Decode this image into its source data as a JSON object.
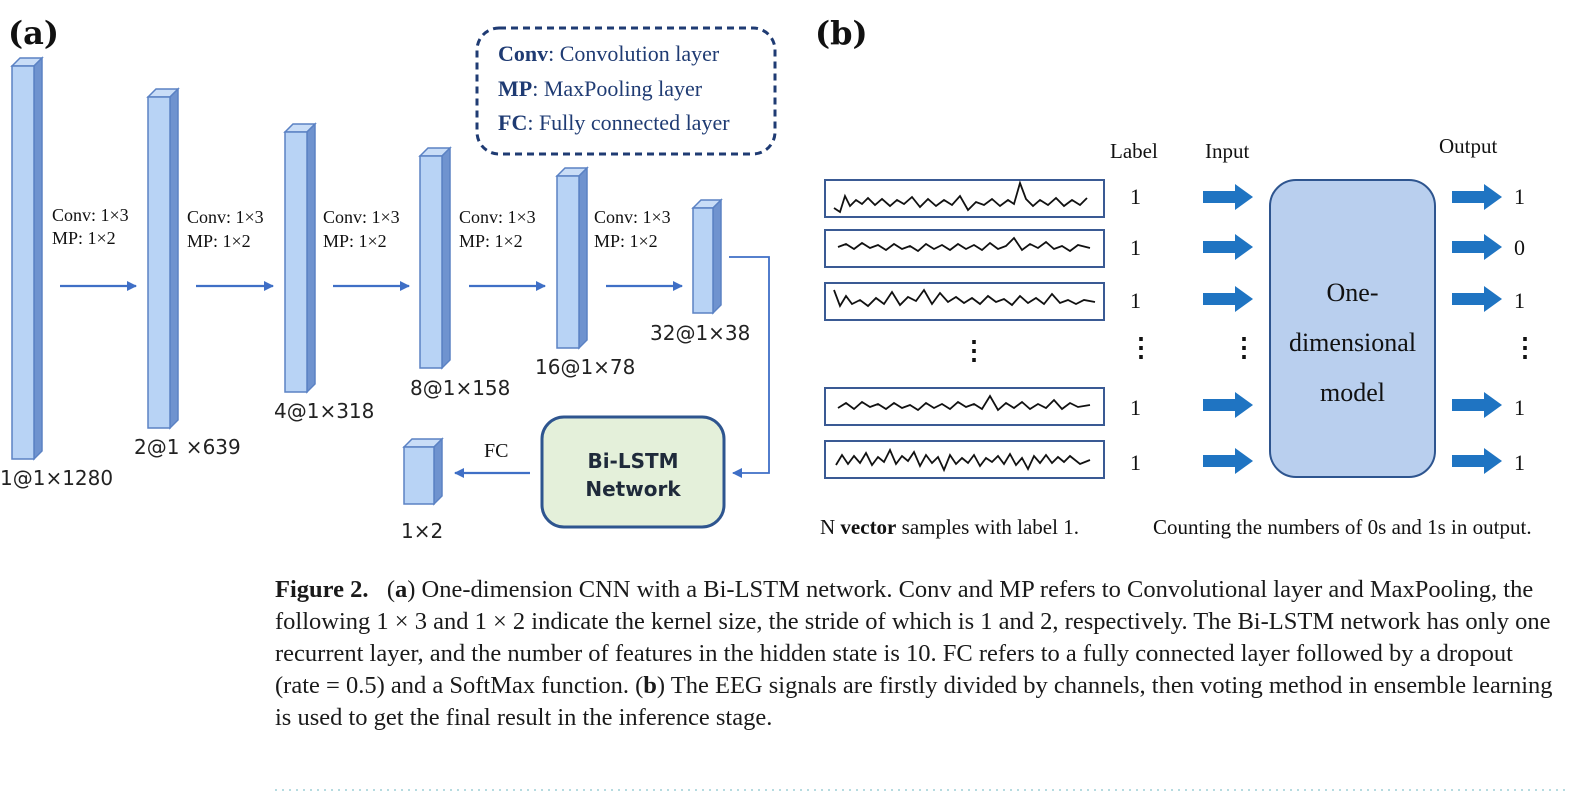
{
  "panel_a": {
    "label": "(a)",
    "legend": [
      {
        "abbr": "Conv",
        "text": ": Convolution layer"
      },
      {
        "abbr": "MP",
        "text": ": MaxPooling  layer"
      },
      {
        "abbr": "FC",
        "text": ": Fully connected layer"
      }
    ],
    "blocks": [
      {
        "dim": "1@1×1280"
      },
      {
        "dim": "2@1  ×639"
      },
      {
        "dim": "4@1×318"
      },
      {
        "dim": "8@1×158"
      },
      {
        "dim": "16@1×78"
      },
      {
        "dim": "32@1×38"
      }
    ],
    "ops": [
      {
        "conv": "Conv: 1×3",
        "mp": "MP: 1×2"
      },
      {
        "conv": "Conv: 1×3",
        "mp": "MP: 1×2"
      },
      {
        "conv": "Conv: 1×3",
        "mp": "MP: 1×2"
      },
      {
        "conv": "Conv: 1×3",
        "mp": "MP: 1×2"
      },
      {
        "conv": "Conv: 1×3",
        "mp": "MP: 1×2"
      }
    ],
    "bilstm": {
      "line1": "Bi-LSTM",
      "line2": "Network"
    },
    "fc_label": "FC",
    "output_dim": "1×2"
  },
  "panel_b": {
    "label": "(b)",
    "headers": {
      "label": "Label",
      "input": "Input",
      "output": "Output"
    },
    "labels": [
      "1",
      "1",
      "1",
      "⋮",
      "1",
      "1"
    ],
    "outputs": [
      "1",
      "0",
      "1",
      "⋮",
      "1",
      "1"
    ],
    "model": {
      "line1": "One-",
      "line2": "dimensional",
      "line3": "model"
    },
    "footer_left_pre": "N ",
    "footer_left_bold": "vector",
    "footer_left_post": "  samples with label 1.",
    "footer_right": "Counting the numbers of 0s and 1s in output."
  },
  "caption": {
    "fig": "Figure 2.",
    "a": "a",
    "text_a": ") One-dimension CNN with a Bi-LSTM network. Conv and MP refers to Convolutional layer and MaxPooling, the following 1 × 3 and 1 × 2 indicate the kernel size, the stride of which is 1 and 2, respectively. The Bi-LSTM network has only one recurrent layer, and the number of features in the hidden state is 10. FC refers to a fully connected layer followed by a dropout (rate = 0.5) and a SoftMax function. (",
    "b": "b",
    "text_b": ") The EEG signals are firstly divided by channels, then voting method in ensemble learning is used to get the final result in the inference stage."
  },
  "colors": {
    "block_front": "#b8d3f5",
    "block_side": "#6f93cf",
    "arrow": "#3f6fc6",
    "bilstm_fill": "#e4f0da",
    "bilstm_stroke": "#2e558f",
    "model_fill": "#b9cfee",
    "legend_stroke": "#1f3b73",
    "bold_arrow": "#1f74c2"
  }
}
